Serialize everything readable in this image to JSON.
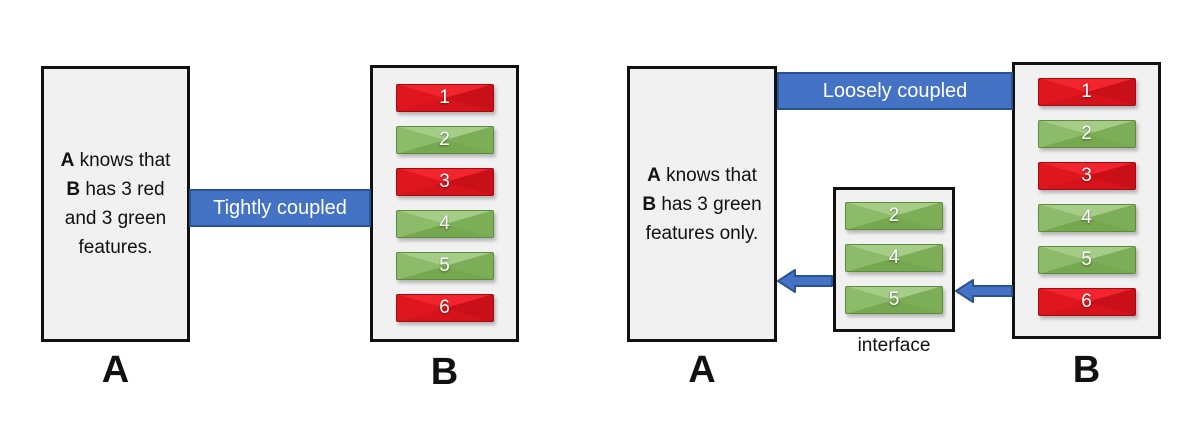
{
  "colors": {
    "bg": "#ffffff",
    "text": "#111111",
    "box_fill": "#f1f1f1",
    "box_border": "#111111",
    "blue": "#4472c4",
    "blue_border": "#2b5291",
    "red_top": "#f2252e",
    "red_bottom": "#d6121b",
    "red_left": "#e0161f",
    "red_right": "#c90f18",
    "red_border": "#9e0b10",
    "green_top": "#a6cd88",
    "green_bottom": "#76a850",
    "green_left": "#8cbc6a",
    "green_right": "#7cae57",
    "green_border": "#5d8c3c"
  },
  "left": {
    "connector": "Tightly coupled",
    "box_a": {
      "label": "A",
      "lines": [
        [
          {
            "text": "A",
            "bold": true
          },
          {
            "text": " knows that",
            "bold": false
          }
        ],
        [
          {
            "text": "B",
            "bold": true
          },
          {
            "text": " has 3 red",
            "bold": false
          }
        ],
        [
          {
            "text": "and 3 green",
            "bold": false
          }
        ],
        [
          {
            "text": "features.",
            "bold": false
          }
        ]
      ]
    },
    "box_b": {
      "label": "B",
      "features": [
        {
          "value": "1",
          "color": "red"
        },
        {
          "value": "2",
          "color": "green"
        },
        {
          "value": "3",
          "color": "red"
        },
        {
          "value": "4",
          "color": "green"
        },
        {
          "value": "5",
          "color": "green"
        },
        {
          "value": "6",
          "color": "red"
        }
      ]
    }
  },
  "right": {
    "connector": "Loosely coupled",
    "box_a": {
      "label": "A",
      "lines": [
        [
          {
            "text": "A",
            "bold": true
          },
          {
            "text": " knows that",
            "bold": false
          }
        ],
        [
          {
            "text": "B",
            "bold": true
          },
          {
            "text": " has 3 green",
            "bold": false
          }
        ],
        [
          {
            "text": "features only.",
            "bold": false
          }
        ]
      ]
    },
    "interface": {
      "label": "interface",
      "features": [
        {
          "value": "2",
          "color": "green"
        },
        {
          "value": "4",
          "color": "green"
        },
        {
          "value": "5",
          "color": "green"
        }
      ]
    },
    "box_b": {
      "label": "B",
      "features": [
        {
          "value": "1",
          "color": "red"
        },
        {
          "value": "2",
          "color": "green"
        },
        {
          "value": "3",
          "color": "red"
        },
        {
          "value": "4",
          "color": "green"
        },
        {
          "value": "5",
          "color": "green"
        },
        {
          "value": "6",
          "color": "red"
        }
      ]
    }
  }
}
